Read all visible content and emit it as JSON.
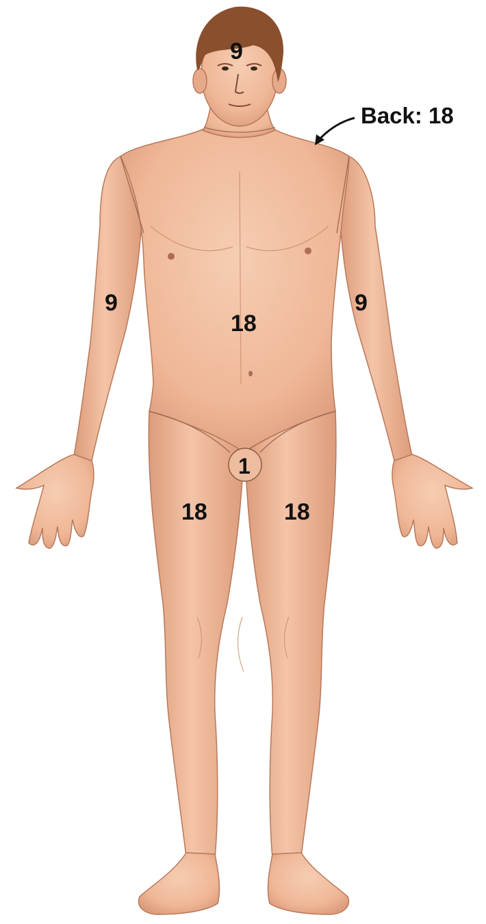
{
  "labels": {
    "head": "9",
    "back": "Back: 18",
    "right_arm": "9",
    "left_arm": "9",
    "trunk_front": "18",
    "perineum": "1",
    "right_leg": "18",
    "left_leg": "18"
  },
  "colors": {
    "skin": "#f0b99a",
    "skin_shadow": "#d99a7a",
    "outline": "#b7785a",
    "hair": "#8a4f2c",
    "label_text": "#111111"
  }
}
